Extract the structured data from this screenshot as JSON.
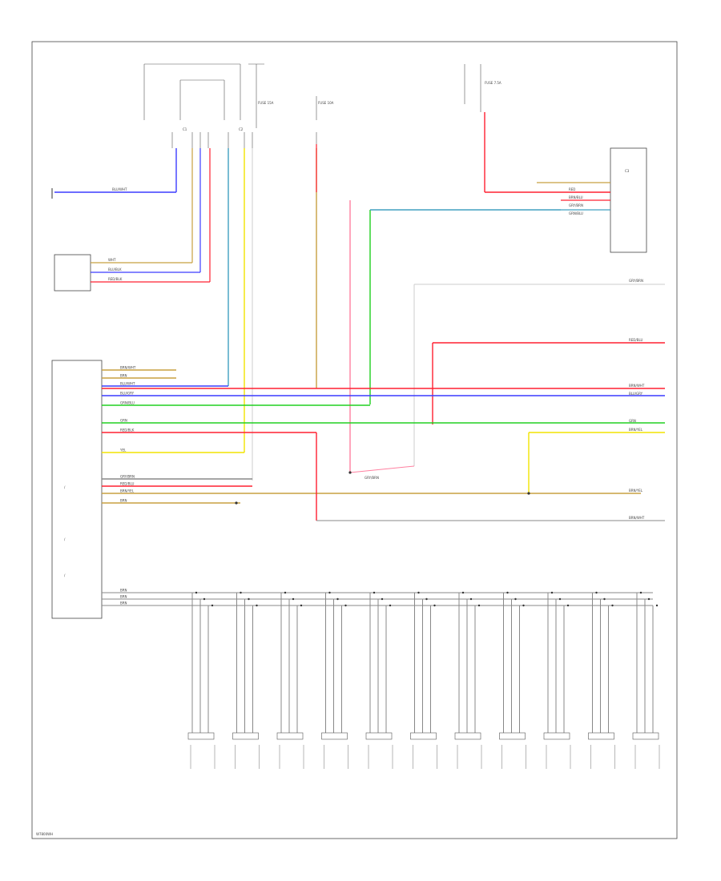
{
  "footer_code": "W7800WH",
  "colors": {
    "red": "#ff2030",
    "blue": "#3c3cff",
    "green": "#20d020",
    "yellow": "#f2e400",
    "tan": "#c8a040",
    "cyan": "#40a0c0",
    "wht": "#cccccc",
    "gray": "#888888",
    "pink": "#ff80a0",
    "violet": "#a050e0",
    "black": "#333333"
  },
  "connectors": {
    "upper_conn_a": "C1",
    "upper_conn_b": "C2",
    "right_conn": "C3"
  },
  "fuses": [
    {
      "id": "fuse-1",
      "label": "FUSE 15A"
    },
    {
      "id": "fuse-2",
      "label": "FUSE 10A"
    },
    {
      "id": "fuse-3",
      "label": "FUSE 7.5A"
    }
  ],
  "left_ground_wire": "BLU/WHT",
  "pressure_sensor_wires": [
    "WHT",
    "BLU/BLK",
    "RED/BLK"
  ],
  "controller_wires": [
    {
      "label": "BRN/WHT",
      "color": "tan"
    },
    {
      "label": "BRN",
      "color": "tan"
    },
    {
      "label": "BLU/WHT",
      "color": "blue"
    },
    {
      "label": "BLU/GRY",
      "color": "blue"
    },
    {
      "label": "GRN/BLU",
      "color": "green"
    },
    {
      "label": "GRN",
      "color": "green"
    },
    {
      "label": "RED/BLK",
      "color": "red"
    },
    {
      "label": "YEL",
      "color": "yellow"
    },
    {
      "label": "GRY/BRN",
      "color": "gray"
    },
    {
      "label": "RED/BLU",
      "color": "red"
    },
    {
      "label": "BRN/YEL",
      "color": "tan"
    },
    {
      "label": "BRN",
      "color": "tan"
    }
  ],
  "right_wire_labels": [
    "GRY/BRN",
    "RED/BLU",
    "BRN/WHT",
    "BLU/GRY",
    "GRN",
    "BRN/YEL",
    "BRN/YEL",
    "BRN/WHT"
  ],
  "sensor_wires": [
    "RED",
    "BRN/BLU",
    "GRY/BRN",
    "GRN/BLU"
  ],
  "mid_label": "GRY/BRN",
  "bus_wires": [
    "BRN",
    "BRN",
    "BRN"
  ],
  "actuators": 11
}
